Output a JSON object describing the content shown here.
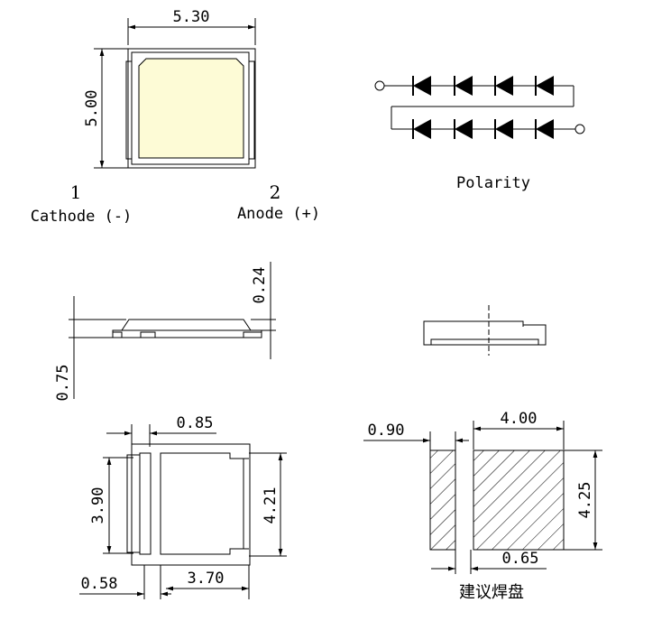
{
  "top_view": {
    "width_label": "5.30",
    "height_label": "5.00",
    "emitter_color": "#fdfbd6"
  },
  "pins": {
    "pin1_number": "1",
    "pin1_label": "Cathode (-)",
    "pin2_number": "2",
    "pin2_label": "Anode (+)"
  },
  "polarity": {
    "label": "Polarity"
  },
  "side_view": {
    "thickness_label": "0.24",
    "height_label": "0.75"
  },
  "bottom_view": {
    "pad_gap_label": "0.85",
    "pad_height_label": "3.90",
    "body_height_label": "4.21",
    "edge_label": "0.58",
    "pad_width_label": "3.70"
  },
  "solder_pad": {
    "small_pad_label": "0.90",
    "large_pad_width_label": "4.00",
    "pad_height_label": "4.25",
    "gap_label": "0.65",
    "caption": "建议焊盘"
  }
}
